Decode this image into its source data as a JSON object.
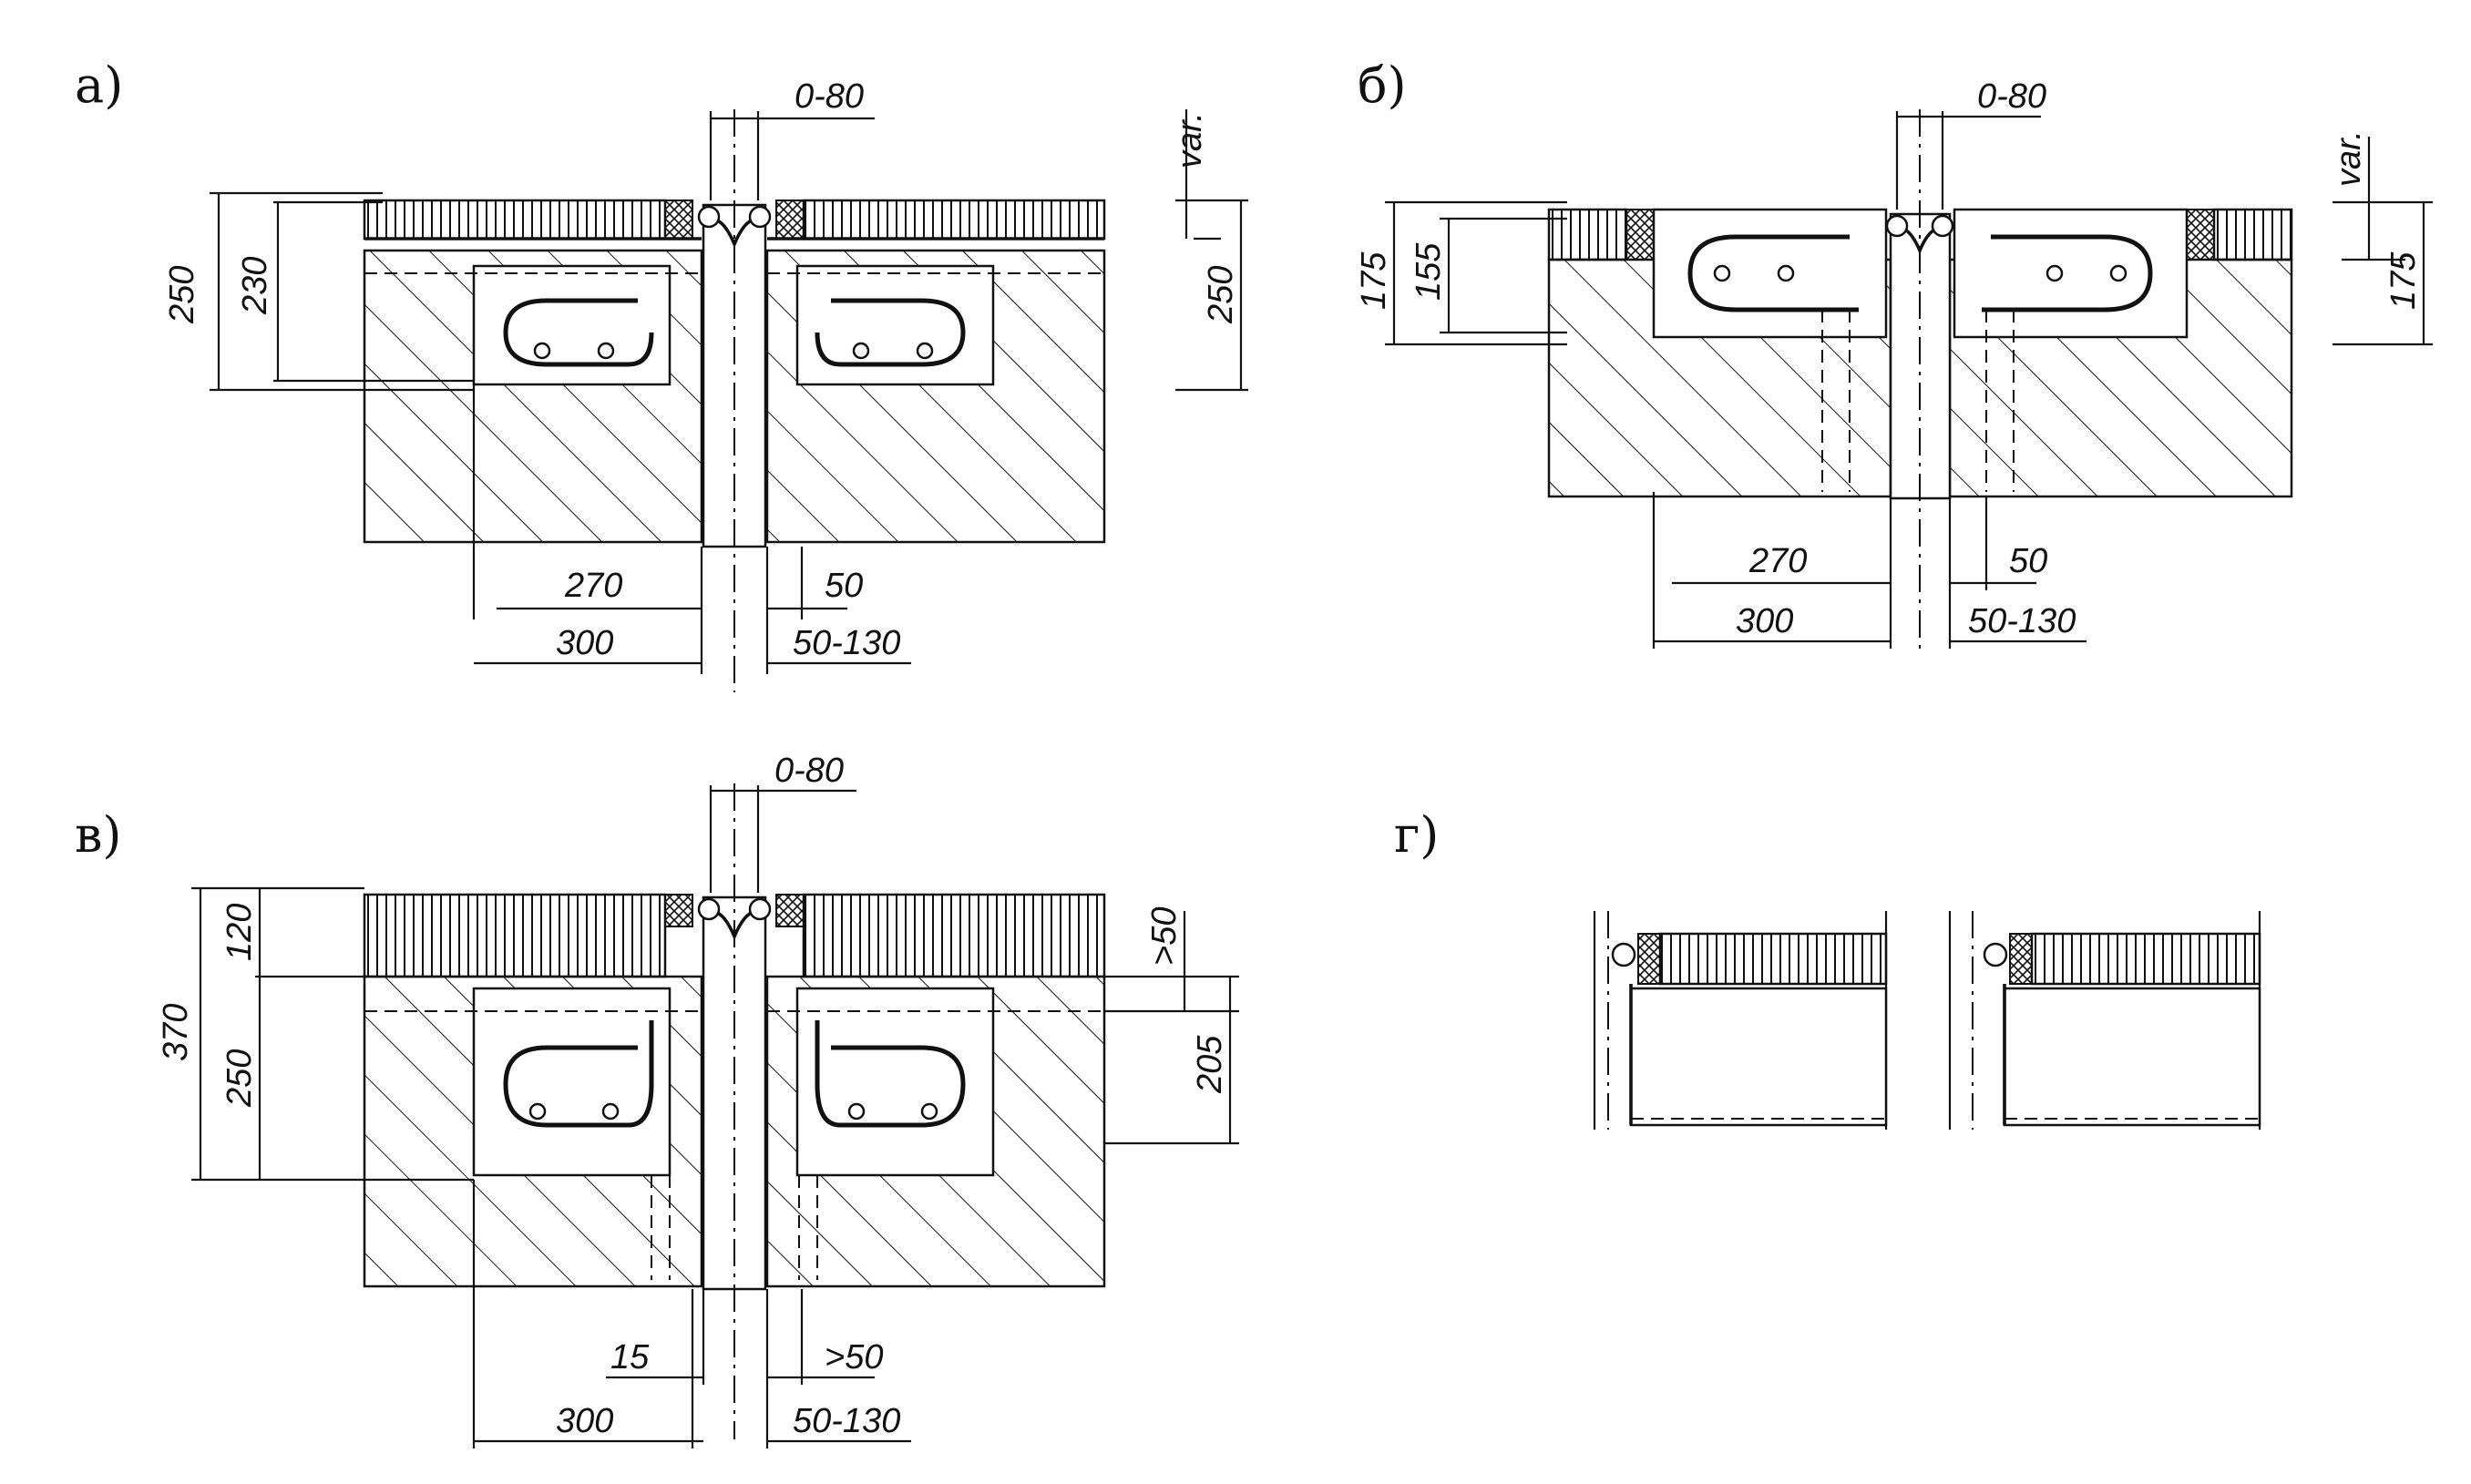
{
  "panels": {
    "a": {
      "label": "а)",
      "dims": {
        "gap": "0-80",
        "var": "var.",
        "h_left_outer": "250",
        "h_left_inner": "230",
        "h_right": "250",
        "w_anchor": "270",
        "w_block": "300",
        "w_plate": "50",
        "w_joint": "50-130"
      }
    },
    "b": {
      "label": "б)",
      "dims": {
        "gap": "0-80",
        "var": "var.",
        "h_left_outer": "175",
        "h_left_inner": "155",
        "h_right": "175",
        "w_anchor": "270",
        "w_block": "300",
        "w_plate": "50",
        "w_joint": "50-130"
      }
    },
    "v": {
      "label": "в)",
      "dims": {
        "gap": "0-80",
        "h_total": "370",
        "h_top": "120",
        "h_block": "250",
        "h_over": ">50",
        "h_right": "205",
        "w_plate": "15",
        "w_block": "300",
        "w_min": ">50",
        "w_joint": "50-130"
      }
    },
    "g": {
      "label": "г)"
    }
  }
}
